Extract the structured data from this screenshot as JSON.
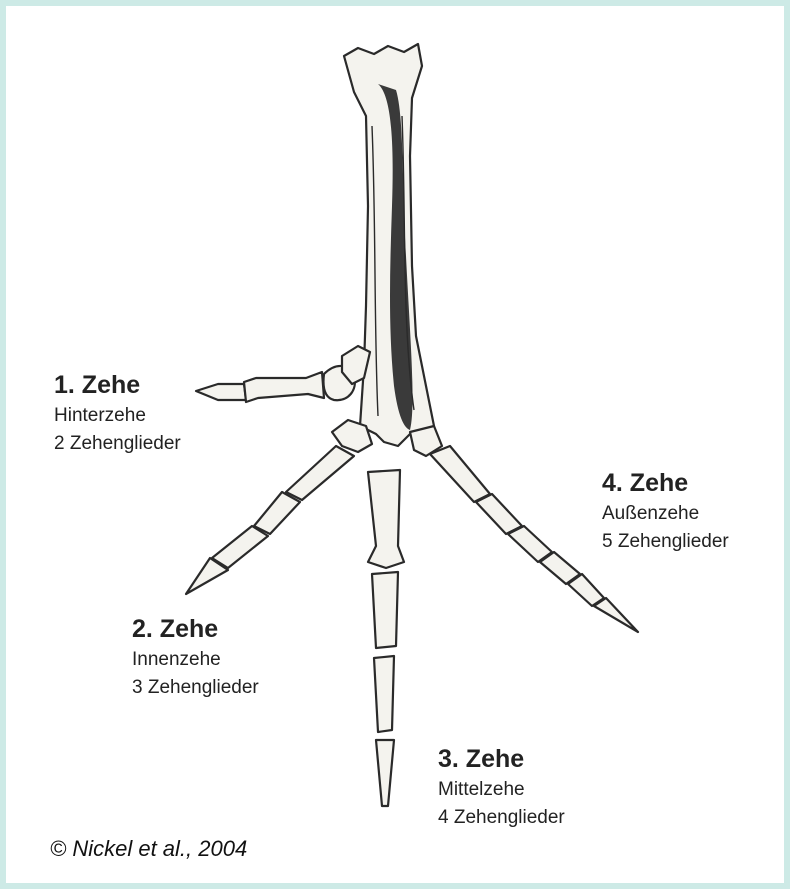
{
  "labels": [
    {
      "title": "1. Zehe",
      "name": "Hinterzehe",
      "phalanges": "2 Zehenglieder"
    },
    {
      "title": "2. Zehe",
      "name": "Innenzehe",
      "phalanges": "3 Zehenglieder"
    },
    {
      "title": "3. Zehe",
      "name": "Mittelzehe",
      "phalanges": "4 Zehenglieder"
    },
    {
      "title": "4. Zehe",
      "name": "Außenzehe",
      "phalanges": "5 Zehenglieder"
    }
  ],
  "credit": "© Nickel et al., 2004"
}
